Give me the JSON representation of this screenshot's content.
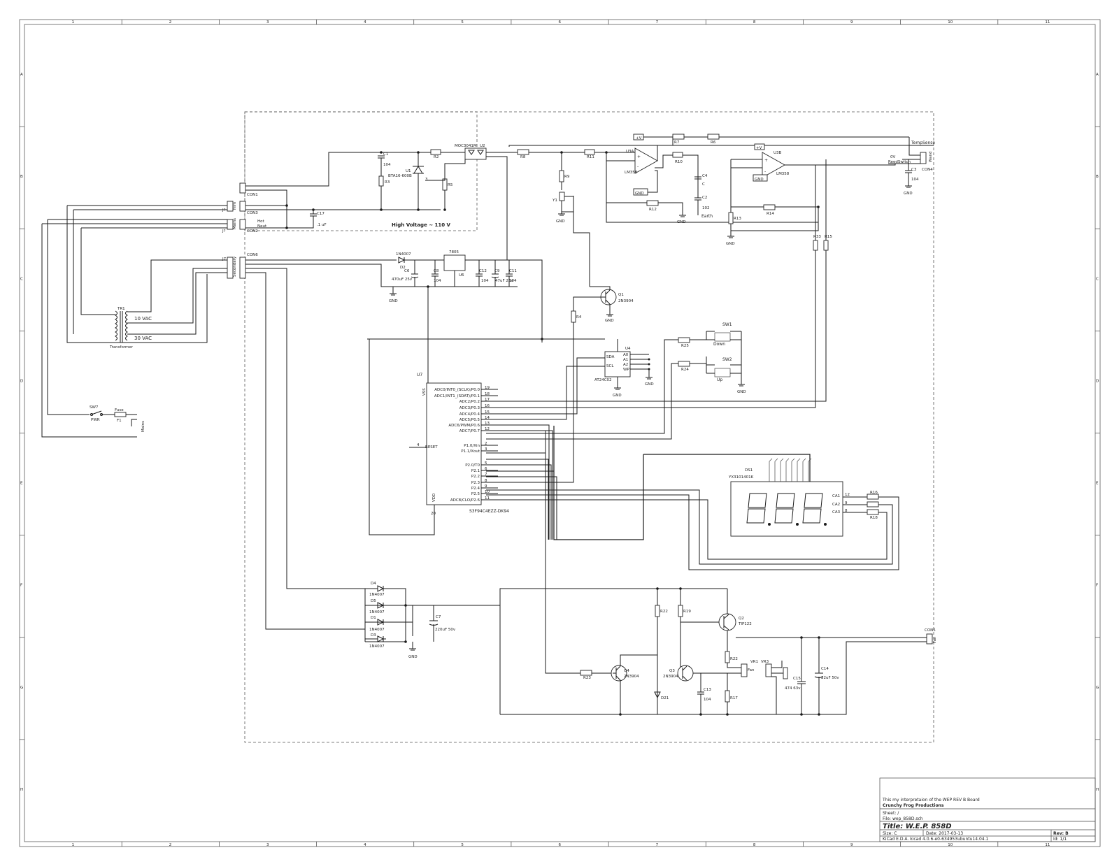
{
  "frame": {
    "col_numbers": [
      "1",
      "2",
      "3",
      "4",
      "5",
      "6",
      "7",
      "8",
      "9",
      "10",
      "11"
    ],
    "row_letters": [
      "A",
      "B",
      "C",
      "D",
      "E",
      "F",
      "G",
      "H"
    ]
  },
  "sections": {
    "high_voltage": "High Voltage ~ 110 V"
  },
  "connectors": {
    "con1": "CON1",
    "con2": "CON2",
    "con3": "CON3",
    "con4": "CON4",
    "con5": "CON5",
    "con6": "CON6",
    "j7": "J7",
    "film": "Film",
    "mains": "Mains",
    "secondary": "Secondary",
    "wand": "Wand",
    "fan": "Fan",
    "hot": "Hot",
    "neut": "Neut",
    "temp_sense": "TempSense",
    "reed_switch": "ReedSwitch",
    "ov": "0V"
  },
  "components": {
    "u1": "U1",
    "u1_part": "BTA16-600B",
    "u2": "U2",
    "u2_part": "MOC3041M",
    "u3a": "U3A",
    "u3b": "U3B",
    "u3_part": "LM358",
    "u4": "U4",
    "u4_part": "AT24C02",
    "u6": "U6",
    "u6_part": "7805",
    "u7": "U7",
    "u7_part": "S3F94C4EZZ-DK94",
    "q1": "Q1",
    "q1_part": "2N3904",
    "q2": "Q2",
    "q2_part": "TIP122",
    "q3": "Q3",
    "q3_part": "2N3904",
    "q4": "Q4",
    "q4_part": "2N3904",
    "t1": "TR1",
    "t1_part": "Transformer",
    "vac10": "10 VAC",
    "vac30": "30 VAC",
    "ds1": "DS1",
    "ds1_part": "YX3101401K",
    "sw1": "SW1",
    "sw1_label": "Down",
    "sw2": "SW2",
    "sw2_label": "Up",
    "sw7": "SW7",
    "sw7_label": "PWR",
    "f1": "F1",
    "fuse": "Fuse",
    "mains_label": "Mains",
    "d1": "D1",
    "d2": "D2",
    "d3": "D3",
    "d4": "D4",
    "d5": "D5",
    "d21": "D21",
    "diode": "1N4007",
    "c1": "C1",
    "c3": "C3",
    "c4": "C4",
    "c6": "C6",
    "c7": "C7",
    "c8": "C8",
    "c9": "C9",
    "c11": "C11",
    "c12": "C12",
    "c13": "C13",
    "c14": "C14",
    "c15": "C15",
    "c17": "C17",
    "c2": "C2",
    "v104": "104",
    "v102": "102",
    "c17_val": ".1 uF",
    "c6_val": "470uF 25v",
    "c9_val": "47uF 25v",
    "c7_val": "220uF 50v",
    "c14_val": "22uF 50v",
    "c15_val": "474 63v",
    "c4_val": "C",
    "r2": "R2",
    "r3": "R3",
    "r4": "R4",
    "r5": "R5",
    "r6": "R6",
    "r7": "R7",
    "r8": "R8",
    "r9": "R9",
    "r10": "R10",
    "r11": "R11",
    "r12": "R12",
    "r13": "R13",
    "r14": "R14",
    "r15": "R15",
    "r16": "R16",
    "r17": "R17",
    "r18": "R18",
    "r22": "R22",
    "r23": "R23",
    "r24": "R24",
    "r25": "R25",
    "r33": "R33",
    "vr1": "VR1",
    "vr3": "VR3",
    "y1": "Y1",
    "gnd": "GND",
    "earth": "Earth",
    "vplus": "+V",
    "reset": "RESET",
    "vss": "VSS",
    "vdd": "VDD"
  },
  "u7_pins_left": [
    {
      "name": "ADC0/INT0_(SCLK)/P0.0",
      "num": "19"
    },
    {
      "name": "ADC1/INT1_(SDAT)/P0.1",
      "num": "18"
    },
    {
      "name": "ADC2/P0.2",
      "num": "17"
    },
    {
      "name": "ADC3/P0.3",
      "num": "16"
    },
    {
      "name": "ADC4/P0.4",
      "num": "15"
    },
    {
      "name": "ADC5/P0.5",
      "num": "14"
    },
    {
      "name": "ADC6/PWM/P0.6",
      "num": "13"
    },
    {
      "name": "ADC7/P0.7",
      "num": "12"
    },
    {
      "name": "P1.0/Xin",
      "num": "2"
    },
    {
      "name": "P1.1/Xout",
      "num": "3"
    },
    {
      "name": "P2.0/T0",
      "num": "5"
    },
    {
      "name": "P2.1",
      "num": "6"
    },
    {
      "name": "P2.2",
      "num": "7"
    },
    {
      "name": "P2.3",
      "num": "8"
    },
    {
      "name": "P2.4",
      "num": "9"
    },
    {
      "name": "P2.5",
      "num": "10"
    },
    {
      "name": "ADC8/CLO/P2.6",
      "num": "11"
    }
  ],
  "ds1_pins": [
    "CA1",
    "CA2",
    "CA3"
  ],
  "ds1_pin_nums": [
    "12",
    "9",
    "8"
  ],
  "title_block": {
    "comment": "This my interpretaion of the WEP REV B Board",
    "company": "Crunchy Frog Productions",
    "sheet": "Sheet: /",
    "file": "File: wep_858D.sch",
    "title": "Title: W.E.P. 858D",
    "size": "Size: C",
    "date": "Date: 2017-03-13",
    "rev": "Rev: B",
    "tool": "KiCad E.D.A.  kicad 4.0.6-e0-634953ubuntu14.04.1",
    "id": "Id: 1/1"
  }
}
